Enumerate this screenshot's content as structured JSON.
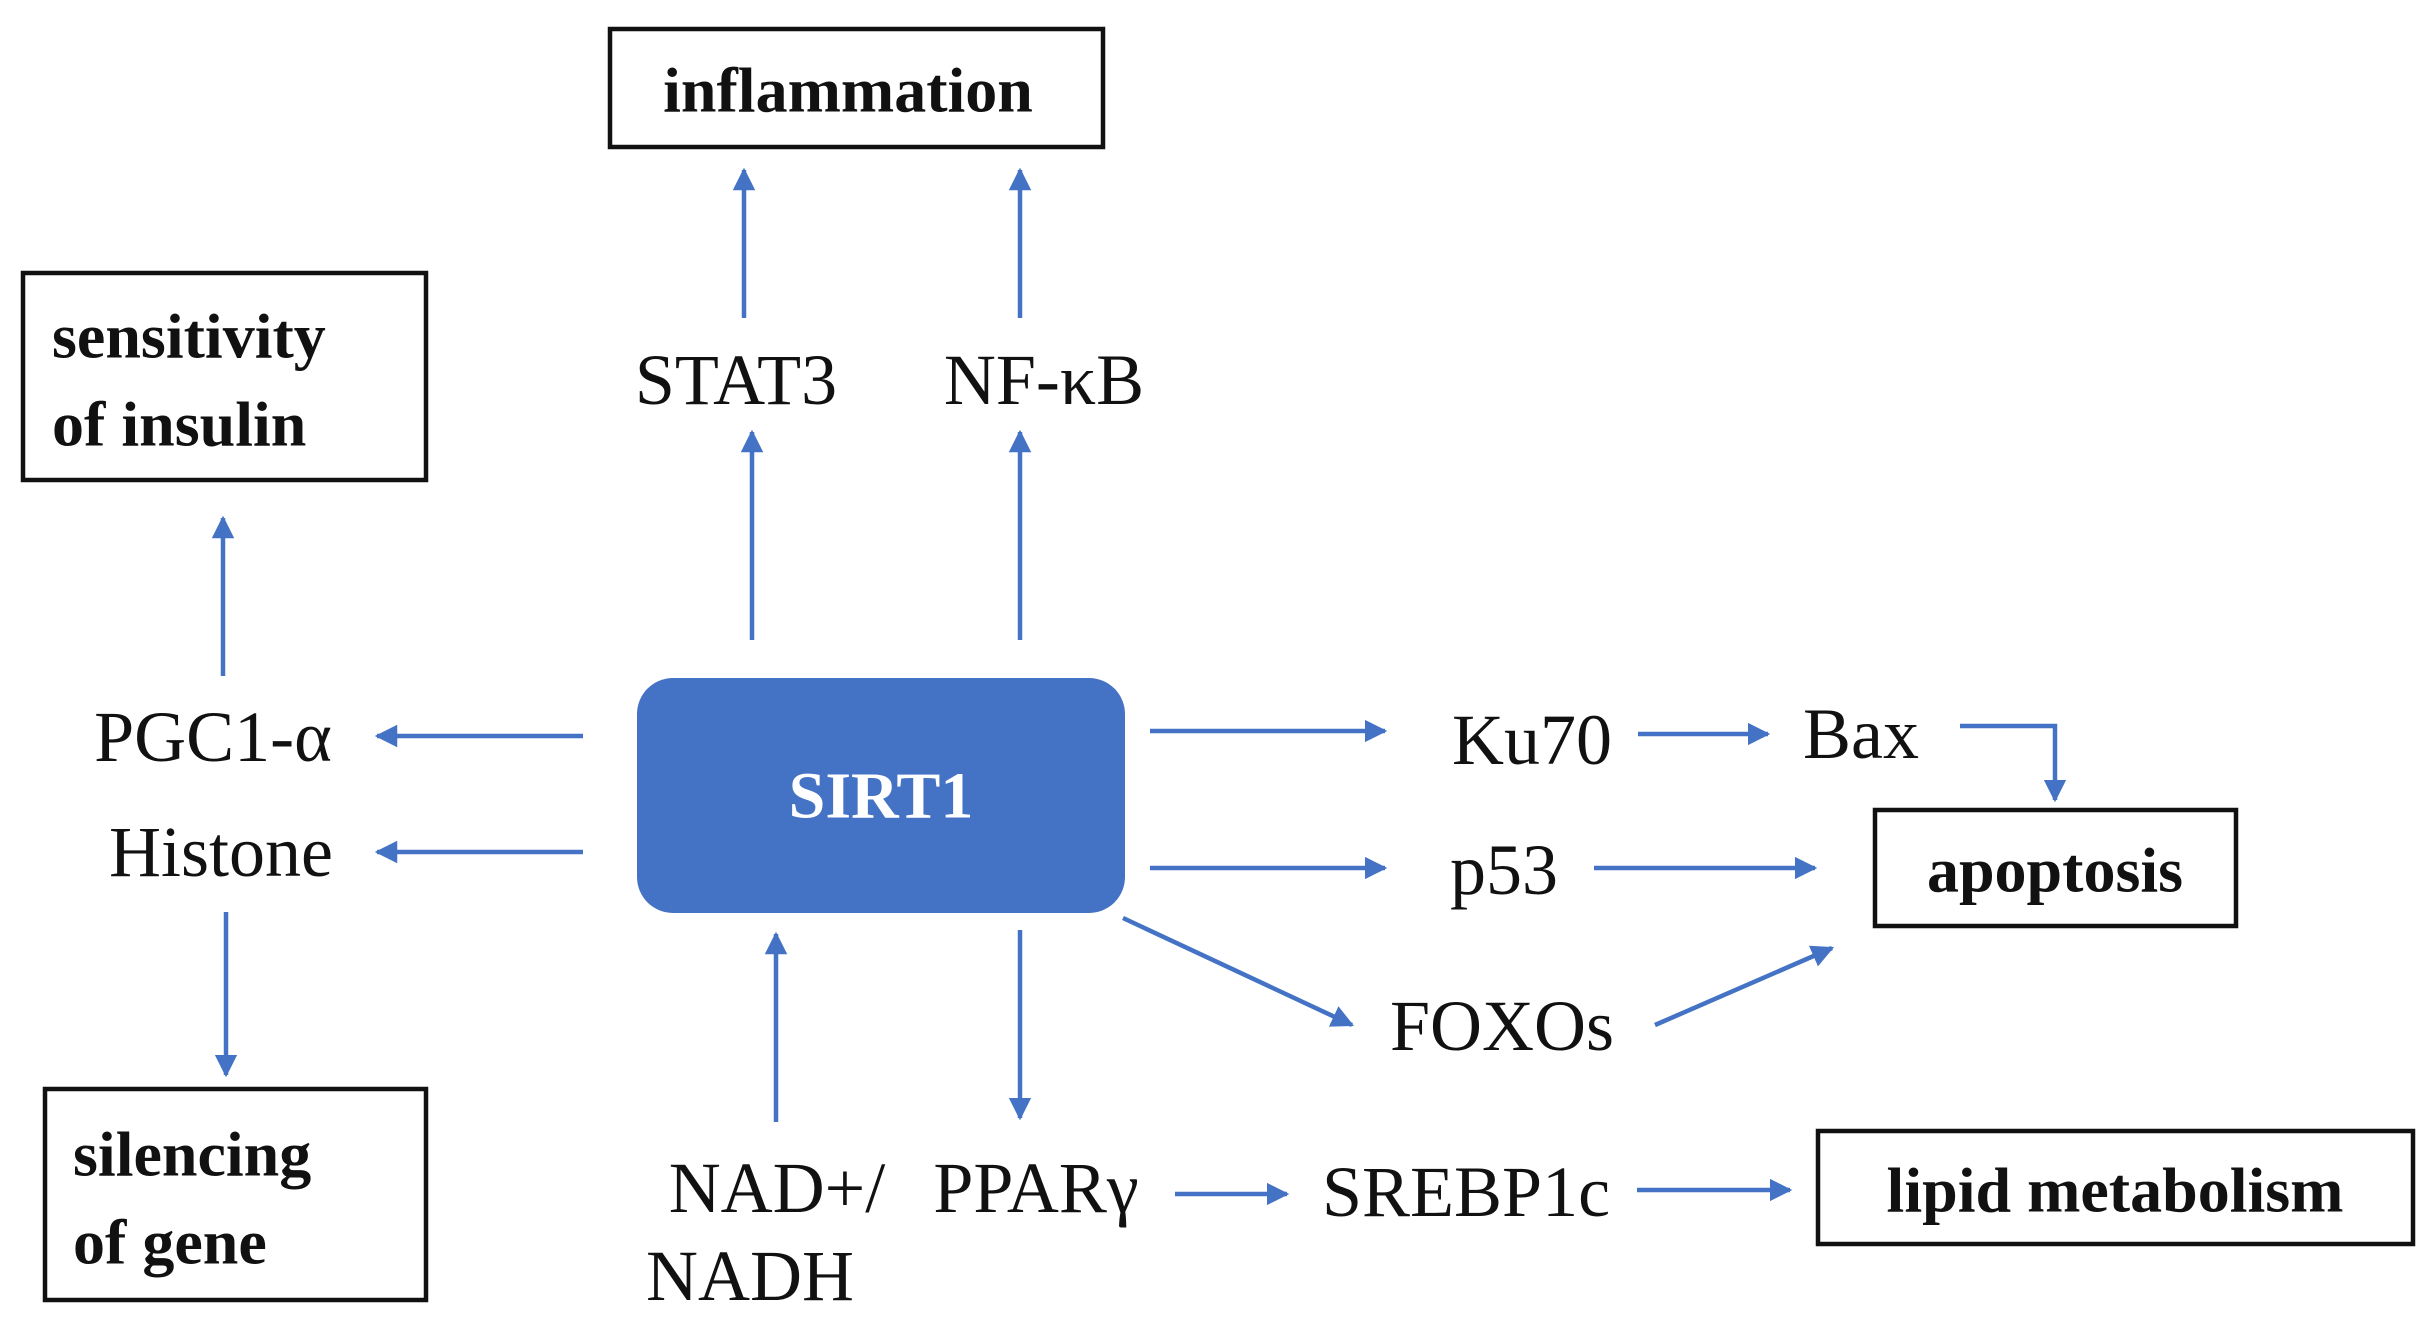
{
  "colors": {
    "accent": "#4472c4",
    "text": "#111111",
    "box_border": "#111111",
    "hub_text": "#ffffff"
  },
  "hub": {
    "label": "SIRT1"
  },
  "nodes": {
    "stat3": "STAT3",
    "nfkb": "NF-κB",
    "pgc1a": "PGC1-α",
    "histone": "Histone",
    "ku70": "Ku70",
    "bax": "Bax",
    "p53": "p53",
    "foxos": "FOXOs",
    "nad_line1": "NAD+/",
    "nad_line2": "NADH",
    "ppar": "PPARγ",
    "srebp": "SREBP1c"
  },
  "outcomes": {
    "inflammation": "inflammation",
    "insulin_line1": "sensitivity",
    "insulin_line2": "of insulin",
    "silencing_line1": "silencing",
    "silencing_line2": "of gene",
    "apoptosis": "apoptosis",
    "lipid": "lipid metabolism"
  },
  "edges": [
    {
      "from": "SIRT1",
      "to": "STAT3"
    },
    {
      "from": "SIRT1",
      "to": "NF-κB"
    },
    {
      "from": "STAT3",
      "to": "inflammation"
    },
    {
      "from": "NF-κB",
      "to": "inflammation"
    },
    {
      "from": "SIRT1",
      "to": "PGC1-α"
    },
    {
      "from": "SIRT1",
      "to": "Histone"
    },
    {
      "from": "PGC1-α",
      "to": "sensitivity of insulin"
    },
    {
      "from": "Histone",
      "to": "silencing of gene"
    },
    {
      "from": "SIRT1",
      "to": "Ku70"
    },
    {
      "from": "Ku70",
      "to": "Bax"
    },
    {
      "from": "Bax",
      "to": "apoptosis"
    },
    {
      "from": "SIRT1",
      "to": "p53"
    },
    {
      "from": "p53",
      "to": "apoptosis"
    },
    {
      "from": "SIRT1",
      "to": "FOXOs"
    },
    {
      "from": "FOXOs",
      "to": "apoptosis"
    },
    {
      "from": "NAD+/NADH",
      "to": "SIRT1"
    },
    {
      "from": "SIRT1",
      "to": "PPARγ"
    },
    {
      "from": "PPARγ",
      "to": "SREBP1c"
    },
    {
      "from": "SREBP1c",
      "to": "lipid metabolism"
    }
  ]
}
